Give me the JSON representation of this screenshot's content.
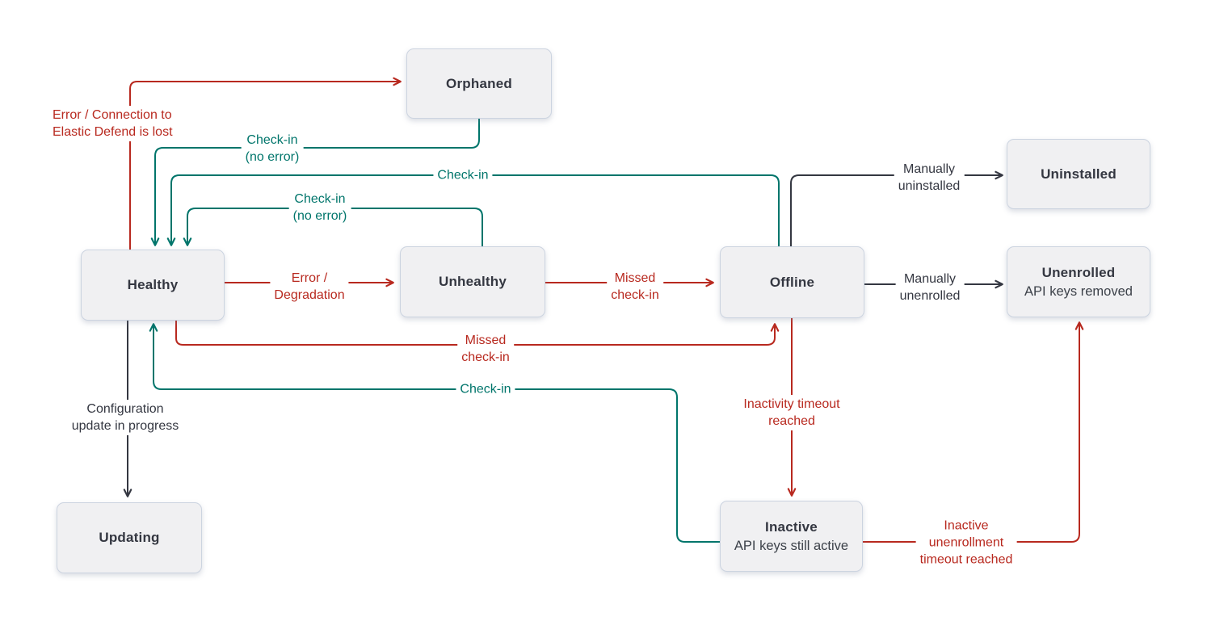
{
  "colors": {
    "red": "#b8291f",
    "teal": "#00756b",
    "dark": "#343741",
    "node_fill": "#f0f0f2",
    "node_border": "#ccd4e0"
  },
  "nodes": {
    "orphaned": {
      "title": "Orphaned"
    },
    "uninstalled": {
      "title": "Uninstalled"
    },
    "healthy": {
      "title": "Healthy"
    },
    "unhealthy": {
      "title": "Unhealthy"
    },
    "offline": {
      "title": "Offline"
    },
    "unenrolled": {
      "title": "Unenrolled",
      "subtitle": "API keys removed"
    },
    "updating": {
      "title": "Updating"
    },
    "inactive": {
      "title": "Inactive",
      "subtitle": "API keys still active"
    }
  },
  "edges": {
    "healthy_to_orphaned": {
      "from": "Healthy",
      "to": "Orphaned",
      "label": "Error / Connection to\nElastic Defend is lost",
      "color": "red"
    },
    "orphaned_to_healthy": {
      "from": "Orphaned",
      "to": "Healthy",
      "label": "Check-in\n(no error)",
      "color": "teal"
    },
    "offline_to_healthy": {
      "from": "Offline",
      "to": "Healthy",
      "label": "Check-in",
      "color": "teal"
    },
    "unhealthy_to_healthy": {
      "from": "Unhealthy",
      "to": "Healthy",
      "label": "Check-in\n(no error)",
      "color": "teal"
    },
    "healthy_to_unhealthy": {
      "from": "Healthy",
      "to": "Unhealthy",
      "label": "Error /\nDegradation",
      "color": "red"
    },
    "unhealthy_to_offline": {
      "from": "Unhealthy",
      "to": "Offline",
      "label": "Missed\ncheck-in",
      "color": "red"
    },
    "healthy_to_offline": {
      "from": "Healthy",
      "to": "Offline",
      "label": "Missed\ncheck-in",
      "color": "red"
    },
    "inactive_to_healthy": {
      "from": "Inactive",
      "to": "Healthy",
      "label": "Check-in",
      "color": "teal"
    },
    "healthy_to_updating": {
      "from": "Healthy",
      "to": "Updating",
      "label": "Configuration\nupdate in progress",
      "color": "dark"
    },
    "offline_to_uninstalled": {
      "from": "Offline",
      "to": "Uninstalled",
      "label": "Manually\nuninstalled",
      "color": "dark"
    },
    "offline_to_unenrolled": {
      "from": "Offline",
      "to": "Unenrolled",
      "label": "Manually\nunenrolled",
      "color": "dark"
    },
    "offline_to_inactive": {
      "from": "Offline",
      "to": "Inactive",
      "label": "Inactivity timeout\nreached",
      "color": "red"
    },
    "inactive_to_unenrolled": {
      "from": "Inactive",
      "to": "Unenrolled",
      "label": "Inactive\nunenrollment\ntimeout reached",
      "color": "red"
    }
  }
}
